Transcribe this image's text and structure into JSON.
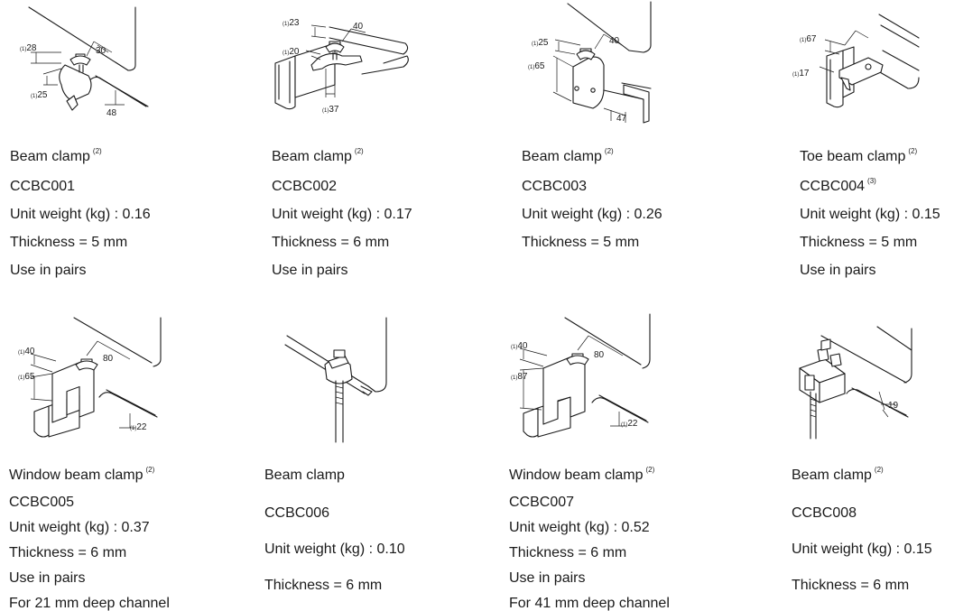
{
  "products": [
    {
      "name": "Beam clamp",
      "name_note": "(2)",
      "code": "CCBC001",
      "code_note": "",
      "details": [
        "Unit weight (kg) : 0.16",
        "Thickness = 5 mm",
        "Use in pairs"
      ],
      "dims": {
        "a": "28",
        "b": "30",
        "c": "25",
        "d": "48"
      }
    },
    {
      "name": "Beam clamp",
      "name_note": "(2)",
      "code": "CCBC002",
      "code_note": "",
      "details": [
        "Unit weight (kg) : 0.17",
        "Thickness = 6 mm",
        "Use in pairs"
      ],
      "dims": {
        "a": "23",
        "b": "40",
        "c": "20",
        "d": "37"
      }
    },
    {
      "name": "Beam clamp",
      "name_note": "(2)",
      "code": "CCBC003",
      "code_note": "",
      "details": [
        "Unit weight (kg) : 0.26",
        "Thickness = 5 mm"
      ],
      "dims": {
        "a": "25",
        "b": "40",
        "c": "65",
        "d": "47"
      }
    },
    {
      "name": "Toe beam clamp",
      "name_note": "(2)",
      "code": "CCBC004",
      "code_note": "(3)",
      "details": [
        "Unit weight (kg) : 0.15",
        "Thickness  = 5 mm",
        "Use in pairs"
      ],
      "dims": {
        "a": "67",
        "c": "17"
      }
    },
    {
      "name": "Window beam clamp",
      "name_note": "(2)",
      "code": "CCBC005",
      "code_note": "",
      "details": [
        "Unit weight (kg) : 0.37",
        "Thickness = 6 mm",
        "Use in pairs",
        "For 21 mm deep channel"
      ],
      "dims": {
        "a": "40",
        "b": "80",
        "c": "65",
        "d": "22"
      }
    },
    {
      "name": "Beam clamp",
      "name_note": "",
      "code": "CCBC006",
      "code_note": "",
      "details": [
        "Unit weight (kg) : 0.10",
        "Thickness = 6 mm"
      ],
      "dims": {}
    },
    {
      "name": "Window beam clamp",
      "name_note": "(2)",
      "code": "CCBC007",
      "code_note": "",
      "details": [
        "Unit weight (kg) : 0.52",
        "Thickness = 6 mm",
        "Use in pairs",
        "For 41 mm deep channel"
      ],
      "dims": {
        "a": "40",
        "b": "80",
        "c": "87",
        "d": "22"
      }
    },
    {
      "name": "Beam clamp",
      "name_note": "(2)",
      "code": "CCBC008",
      "code_note": "",
      "details": [
        "Unit weight (kg) : 0.15",
        "Thickness  = 6 mm"
      ],
      "dims": {
        "d": "19"
      }
    }
  ],
  "dim_note": "(1)"
}
